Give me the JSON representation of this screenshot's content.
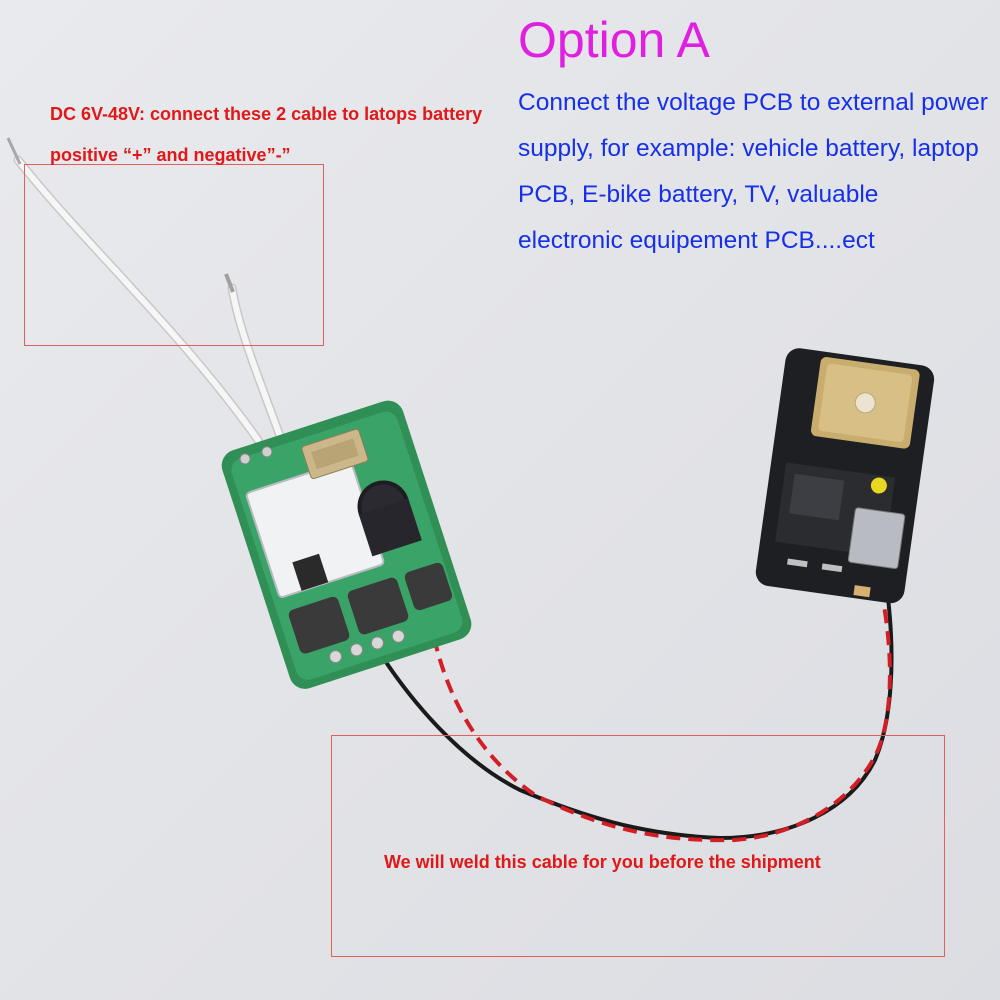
{
  "title": "Option A",
  "description": "Connect the voltage PCB to external power supply, for example: vehicle battery, laptop PCB, E-bike battery, TV, valuable electronic equipement PCB....ect",
  "annotations": {
    "power_note": "DC 6V-48V: connect these 2 cable to latops battery positive “+” and negative”-”",
    "weld_note": "We will weld this cable for you before the shipment"
  },
  "colors": {
    "title": "#e020e0",
    "description": "#1530e8",
    "annotation": "#e01818",
    "callout_border": "#e06060"
  },
  "illustration": [
    "voltage-converter-pcb",
    "gps-tracker-pcb",
    "input-wires",
    "twisted-power-cable"
  ]
}
